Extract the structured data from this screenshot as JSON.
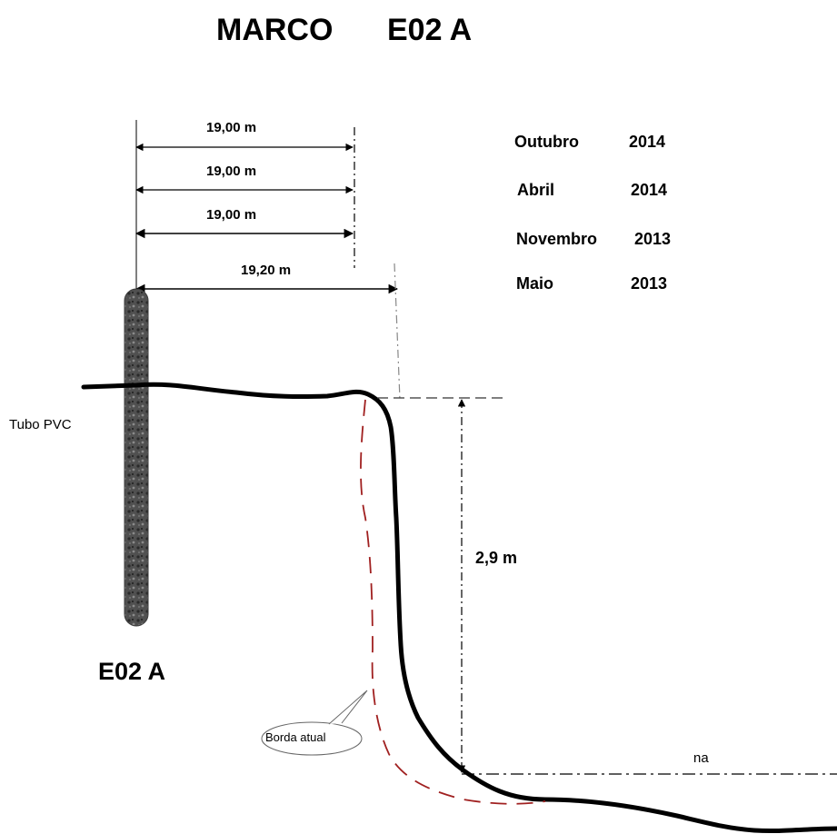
{
  "title": {
    "label": "MARCO",
    "marker": "E02 A"
  },
  "measurements": [
    {
      "label": "19,00 m"
    },
    {
      "label": "19,00 m"
    },
    {
      "label": "19,00 m"
    },
    {
      "label": "19,20 m"
    }
  ],
  "survey_dates": [
    {
      "month": "Outubro",
      "year": "2014"
    },
    {
      "month": "Abril",
      "year": "2014"
    },
    {
      "month": "Novembro",
      "year": "2013"
    },
    {
      "month": "Maio",
      "year": "2013"
    }
  ],
  "labels": {
    "tube": "Tubo PVC",
    "marker": "E02 A",
    "height": "2,9 m",
    "water_level": "na",
    "current_edge": "Borda atual"
  }
}
